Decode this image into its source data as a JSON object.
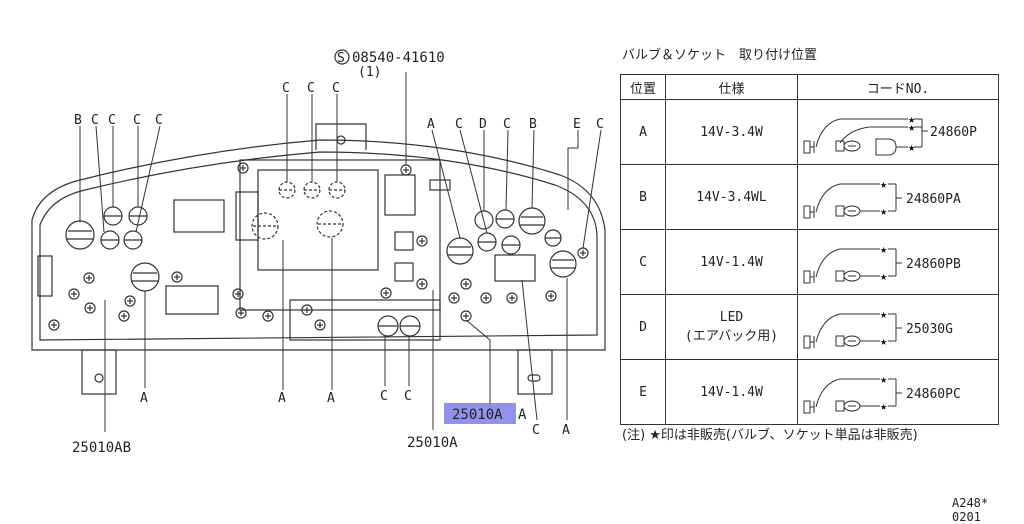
{
  "diagram": {
    "top_part_number": "08540-41610",
    "top_part_circle_letter": "S",
    "top_part_qty": "(1)",
    "labels_top_left": [
      "B",
      "C",
      "C",
      "C",
      "C"
    ],
    "labels_top_mid": [
      "C",
      "C",
      "C"
    ],
    "labels_top_right": [
      "A",
      "C",
      "D",
      "C",
      "B",
      "E",
      "C"
    ],
    "labels_bottom": [
      "A",
      "A",
      "A",
      "C",
      "C",
      "C",
      "A"
    ],
    "part_left": "25010AB",
    "part_mid": "25010A",
    "part_highlight": "25010A",
    "part_highlight_suffix": "A"
  },
  "legend": {
    "title": "バルブ＆ソケット　取り付け位置",
    "headers": [
      "位置",
      "仕様",
      "コードNO."
    ],
    "rows": [
      {
        "position": "A",
        "spec": "14V-3.4W",
        "spec2": "",
        "code": "24860P"
      },
      {
        "position": "B",
        "spec": "14V-3.4WL",
        "spec2": "",
        "code": "24860PA"
      },
      {
        "position": "C",
        "spec": "14V-1.4W",
        "spec2": "",
        "code": "24860PB"
      },
      {
        "position": "D",
        "spec": "LED",
        "spec2": "(エアバック用)",
        "code": "25030G"
      },
      {
        "position": "E",
        "spec": "14V-1.4W",
        "spec2": "",
        "code": "24860PC"
      }
    ],
    "note": "(注) ★印は非販売(バルブ、ソケット単品は非販売)"
  },
  "ref_code": "A248* 0201"
}
